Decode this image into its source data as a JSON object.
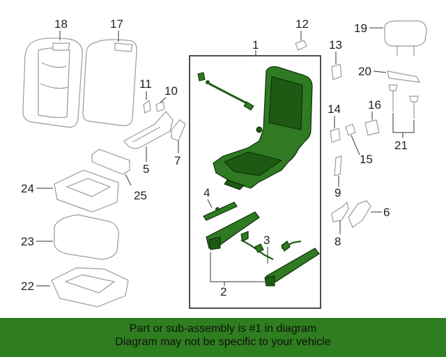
{
  "callouts": {
    "c1": "1",
    "c2": "2",
    "c3": "3",
    "c4": "4",
    "c5": "5",
    "c6": "6",
    "c7": "7",
    "c8": "8",
    "c9": "9",
    "c10": "10",
    "c11": "11",
    "c12": "12",
    "c13": "13",
    "c14": "14",
    "c15": "15",
    "c16": "16",
    "c17": "17",
    "c18": "18",
    "c19": "19",
    "c20": "20",
    "c21": "21",
    "c22": "22",
    "c23": "23",
    "c24": "24",
    "c25": "25"
  },
  "banner": {
    "line1": "Part or sub-assembly is #1 in diagram",
    "line2": "Diagram may not be specific to your vehicle"
  },
  "colors": {
    "highlight": "#2f7a22",
    "banner_bg": "#2e7d1e"
  }
}
